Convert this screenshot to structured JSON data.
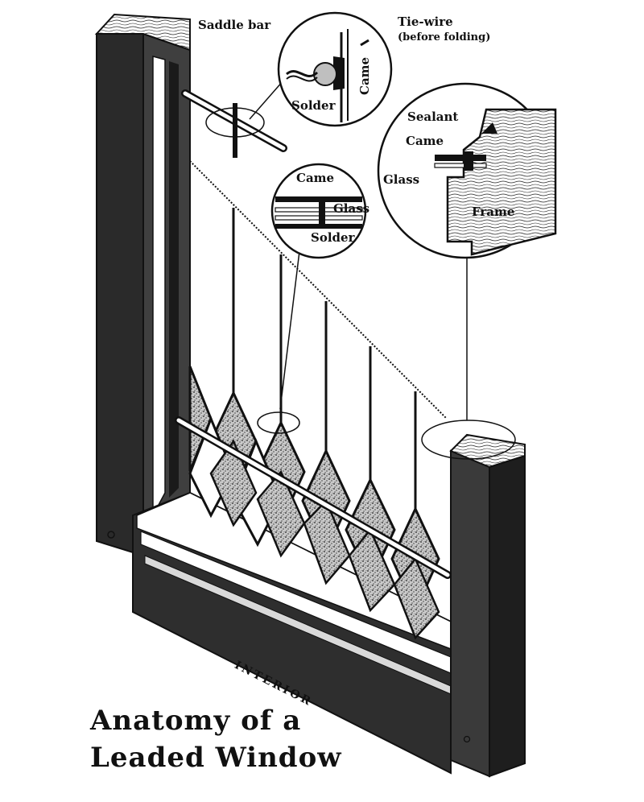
{
  "title": {
    "line1": "Anatomy of a",
    "line2": "Leaded Window"
  },
  "side_label": "INTERIOR",
  "callouts": {
    "saddle_bar": "Saddle bar",
    "tie_wire_line1": "Tie-wire",
    "tie_wire_line2": "(before folding)",
    "came_top": "Came",
    "solder_top": "Solder",
    "came_middle": "Came",
    "glass_middle": "Glass",
    "solder_middle": "Solder",
    "sealant": "Sealant",
    "came_right": "Came",
    "glass_right": "Glass",
    "frame": "Frame"
  },
  "colors": {
    "ink": "#111111",
    "frame_dark": "#1c1c1c",
    "frame_mid": "#3a3a3a",
    "glass": "#ffffff",
    "textured_glass": "#9a9a9a"
  }
}
